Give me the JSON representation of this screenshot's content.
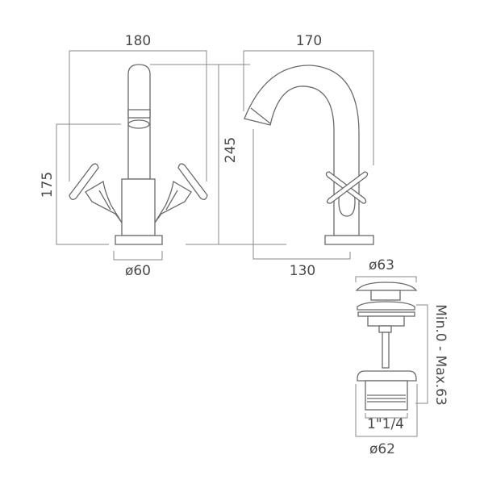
{
  "front_view": {
    "width_label": "180",
    "handle_height_label": "175",
    "base_diameter_label": "ø60"
  },
  "side_view": {
    "total_height_label": "245",
    "depth_label": "170",
    "projection_label": "130"
  },
  "waste": {
    "cap_diameter_label": "ø63",
    "range_label": "Min.0 - Max.63",
    "thread_label": "1\"1/4",
    "body_diameter_label": "ø62"
  }
}
